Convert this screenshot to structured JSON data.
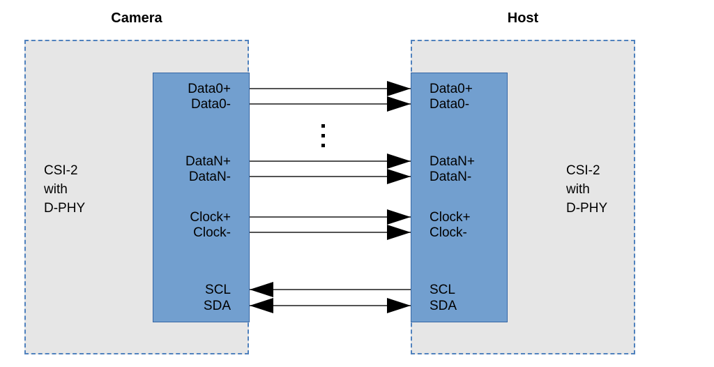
{
  "diagram": {
    "camera": {
      "title": "Camera",
      "protocol_lines": [
        "CSI-2",
        "with",
        "D-PHY"
      ]
    },
    "host": {
      "title": "Host",
      "protocol_lines": [
        "CSI-2",
        "with",
        "D-PHY"
      ]
    },
    "signals": [
      {
        "name": "Data0+",
        "direction": "camera-to-host"
      },
      {
        "name": "Data0-",
        "direction": "camera-to-host"
      },
      {
        "name": "DataN+",
        "direction": "camera-to-host"
      },
      {
        "name": "DataN-",
        "direction": "camera-to-host"
      },
      {
        "name": "Clock+",
        "direction": "camera-to-host"
      },
      {
        "name": "Clock-",
        "direction": "camera-to-host"
      },
      {
        "name": "SCL",
        "direction": "host-to-camera"
      },
      {
        "name": "SDA",
        "direction": "bidirectional"
      }
    ],
    "ellipsis_symbol": "⋮",
    "colors": {
      "phy_box_fill": "#729fcf",
      "phy_box_border": "#3465a4",
      "panel_fill": "#e6e6e6",
      "panel_border": "#4f81bd",
      "line": "#1a1a1a",
      "arrowhead": "#000000"
    }
  }
}
